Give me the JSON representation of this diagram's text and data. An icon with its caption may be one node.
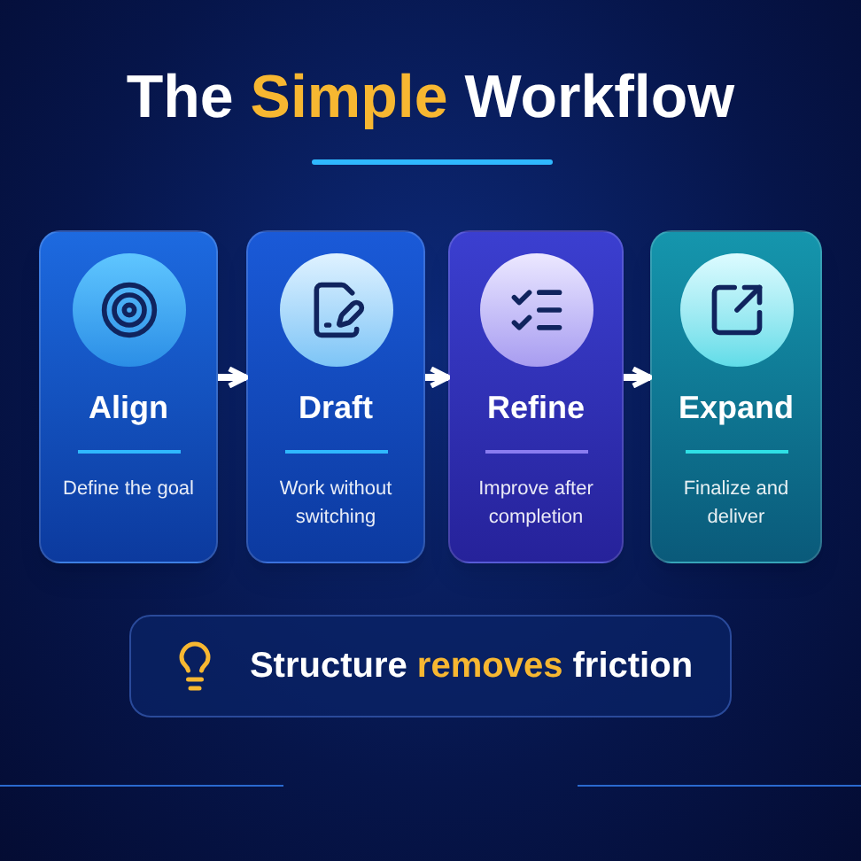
{
  "diagram": {
    "title": "The **Simple** Workflow",
    "nodes": [
      {
        "text": [
          "Align",
          "Define the goal"
        ]
      },
      {
        "text": [
          "Draft",
          "Work without switching"
        ]
      },
      {
        "text": [
          "Refine",
          "Improve after completion"
        ]
      },
      {
        "text": [
          "Expand",
          "Finalize and deliver"
        ]
      },
      {
        "text": [
          "Structure **removes** friction"
        ]
      }
    ],
    "edges": [
      {
        "from": 0,
        "to": 1,
        "arrow": "to"
      },
      {
        "from": 1,
        "to": 2,
        "arrow": "to"
      },
      {
        "from": 2,
        "to": 3,
        "arrow": "to"
      }
    ]
  }
}
